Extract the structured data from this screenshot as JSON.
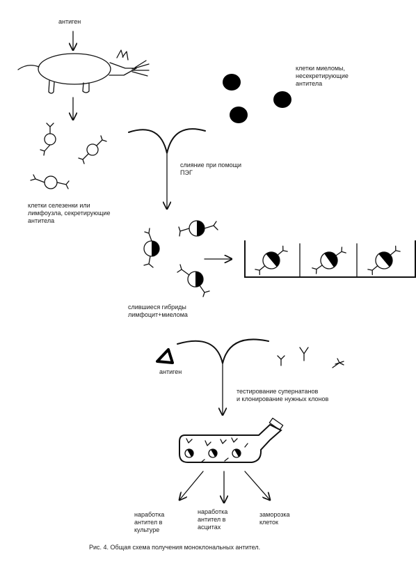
{
  "labels": {
    "antigen_top": "антиген",
    "myeloma": "клетки миеломы,\nнесекретирующие\nантитела",
    "spleen": "клетки селезенки или\nлимфоузла, секретирующие\nантитела",
    "fusion": "слияние при помощи\nПЭГ",
    "hybrids": "слившиеся гибриды\nлимфоцит+миелома",
    "antigen_mid": "антиген",
    "testing": "тестирование супернатанов\nи клонирование нужных клонов",
    "out_culture": "наработка\nантител в\nкультуре",
    "out_ascites": "наработка\nантител в\nасцитах",
    "out_freeze": "заморозка\nклеток"
  },
  "caption": "Рис. 4. Общая схема получения моноклональных антител."
}
